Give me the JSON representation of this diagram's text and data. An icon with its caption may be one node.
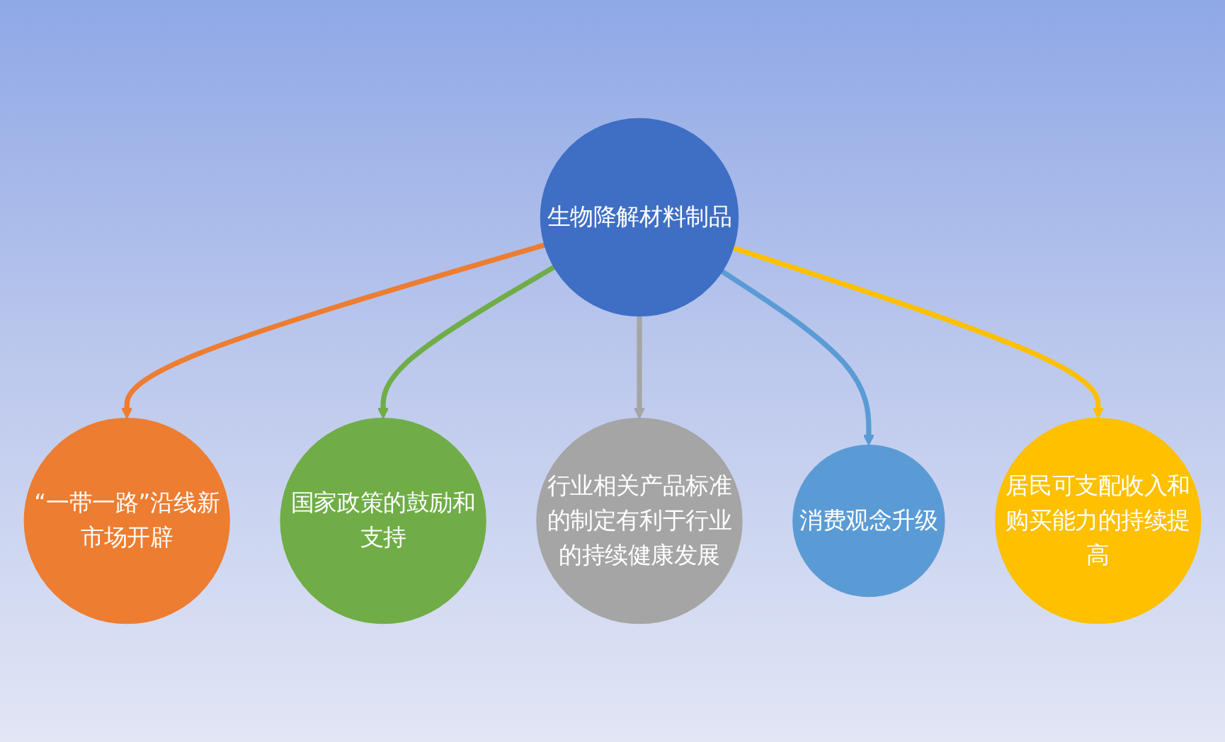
{
  "diagram": {
    "nodes": [
      {
        "text": [
          "“一带一路”沿线新市场开辟"
        ]
      },
      {
        "text": [
          "国家政策的鼓励和支持"
        ]
      },
      {
        "text": [
          "行业相关产品标准的制定有利于行业的持续健康发展"
        ]
      },
      {
        "text": [
          "生物降解材料制品"
        ]
      },
      {
        "text": [
          "消费观念升级"
        ]
      },
      {
        "text": [
          "居民可支配收入和购买能力的持续提高"
        ]
      }
    ],
    "edges": [
      {
        "from": 3,
        "to": 0,
        "arrow": "to",
        "color": "#ed7d31"
      },
      {
        "from": 3,
        "to": 1,
        "arrow": "to",
        "color": "#70ad47"
      },
      {
        "from": 3,
        "to": 2,
        "arrow": "to",
        "color": "#a5a5a5"
      },
      {
        "from": 3,
        "to": 4,
        "arrow": "to",
        "color": "#5b9bd5"
      },
      {
        "from": 3,
        "to": 5,
        "arrow": "to",
        "color": "#ffc000"
      }
    ]
  }
}
